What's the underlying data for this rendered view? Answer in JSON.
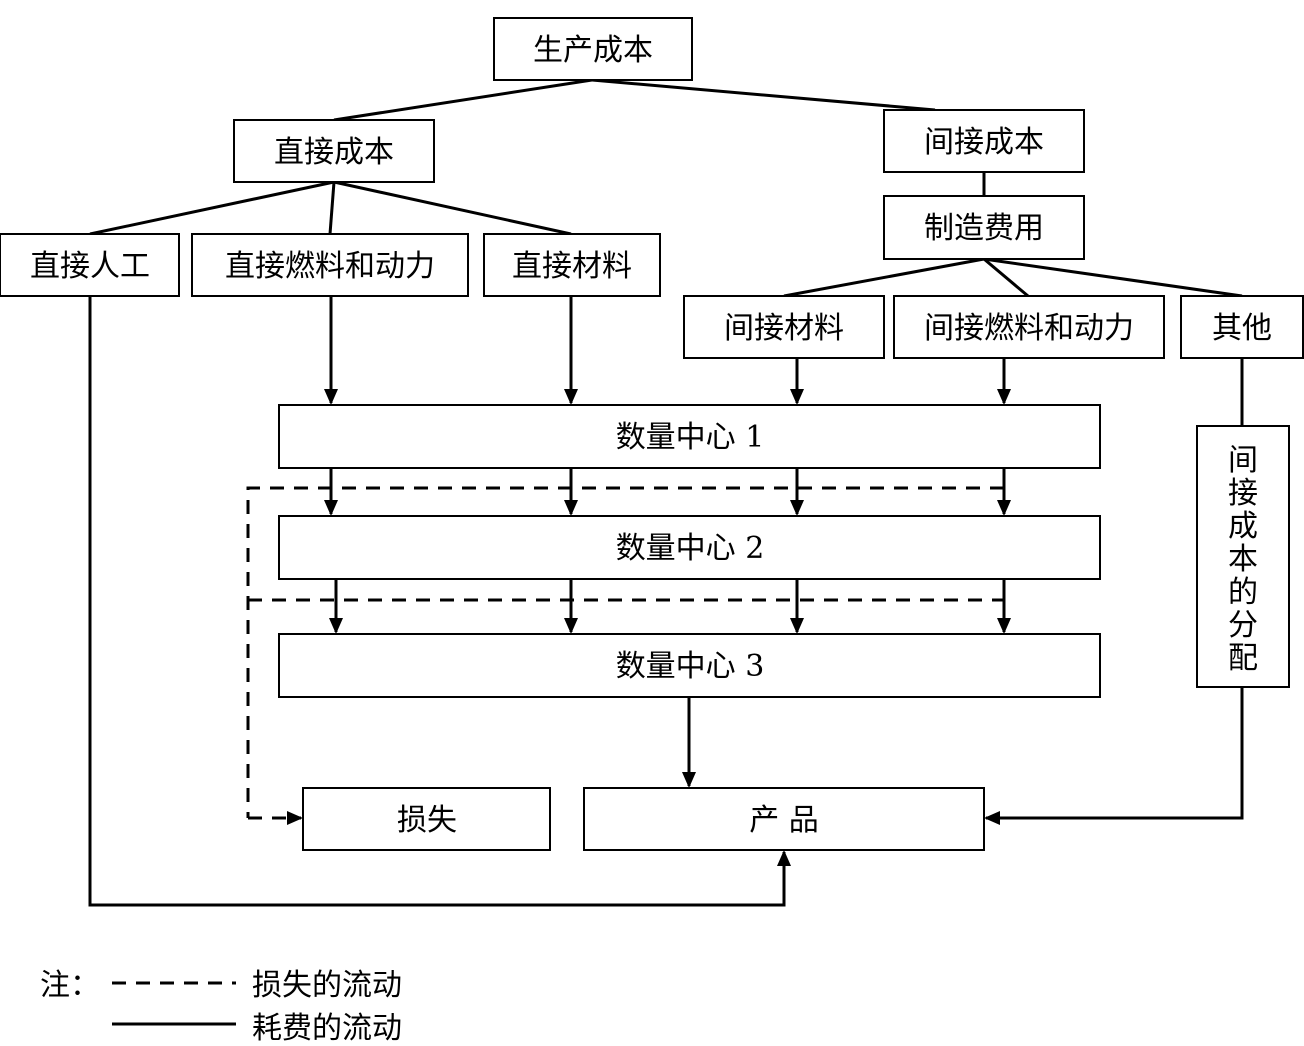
{
  "nodes": {
    "production_cost": "生产成本",
    "direct_cost": "直接成本",
    "indirect_cost": "间接成本",
    "manufacturing_overhead": "制造费用",
    "direct_labor": "直接人工",
    "direct_fuel_power": "直接燃料和动力",
    "direct_material": "直接材料",
    "indirect_material": "间接材料",
    "indirect_fuel_power": "间接燃料和动力",
    "other": "其他",
    "quantity_center_1": "数量中心 1",
    "quantity_center_2": "数量中心 2",
    "quantity_center_3": "数量中心 3",
    "loss": "损失",
    "product": "产 品",
    "indirect_cost_allocation": "间接成本的分配"
  },
  "legend": {
    "note": "注：",
    "dashed": "损失的流动",
    "solid": "耗费的流动"
  }
}
